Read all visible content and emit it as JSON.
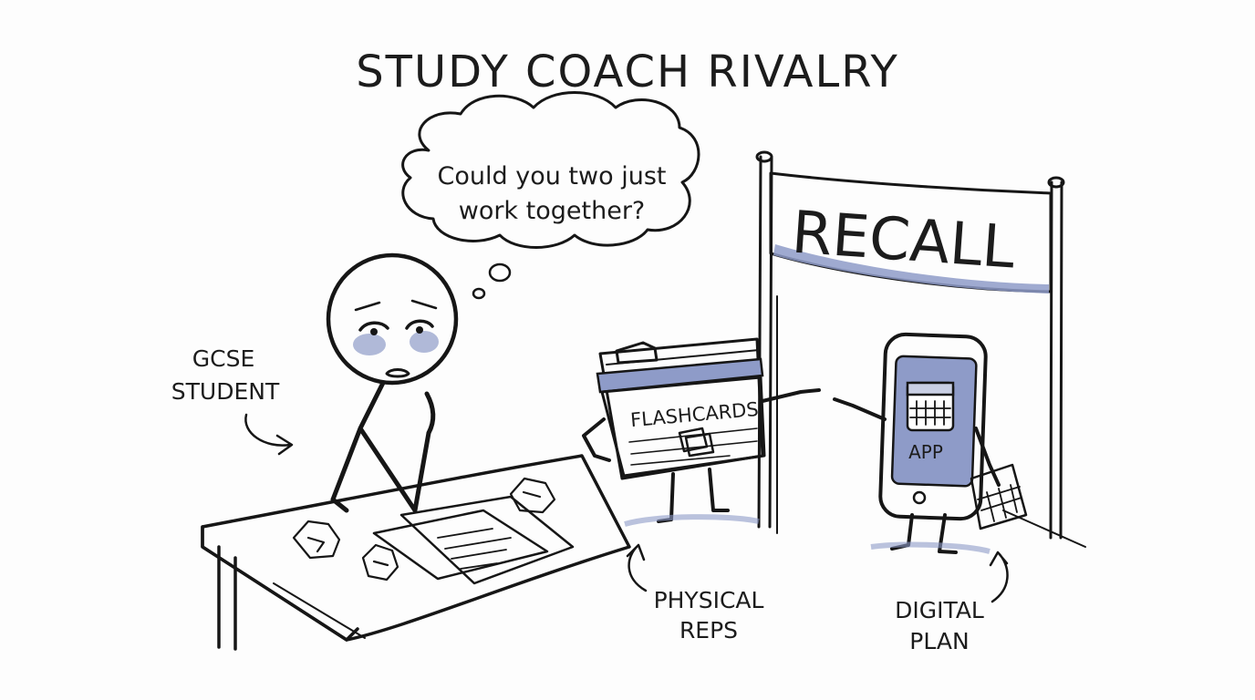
{
  "title": "STUDY COACH RIVALRY",
  "thought_bubble": {
    "line1": "Could you two just",
    "line2": "work together?"
  },
  "banner_text": "RECALL",
  "labels": {
    "student_line1": "GCSE",
    "student_line2": "STUDENT",
    "physical_line1": "PHYSICAL",
    "physical_line2": "REPS",
    "digital_line1": "DIGITAL",
    "digital_line2": "PLAN"
  },
  "flashcards_label": "FLASHCARDS",
  "phone_label": "APP",
  "colors": {
    "ink": "#161616",
    "accent": "#7d89b5",
    "screen": "#8e9bc8",
    "paper": "#ffffff"
  }
}
